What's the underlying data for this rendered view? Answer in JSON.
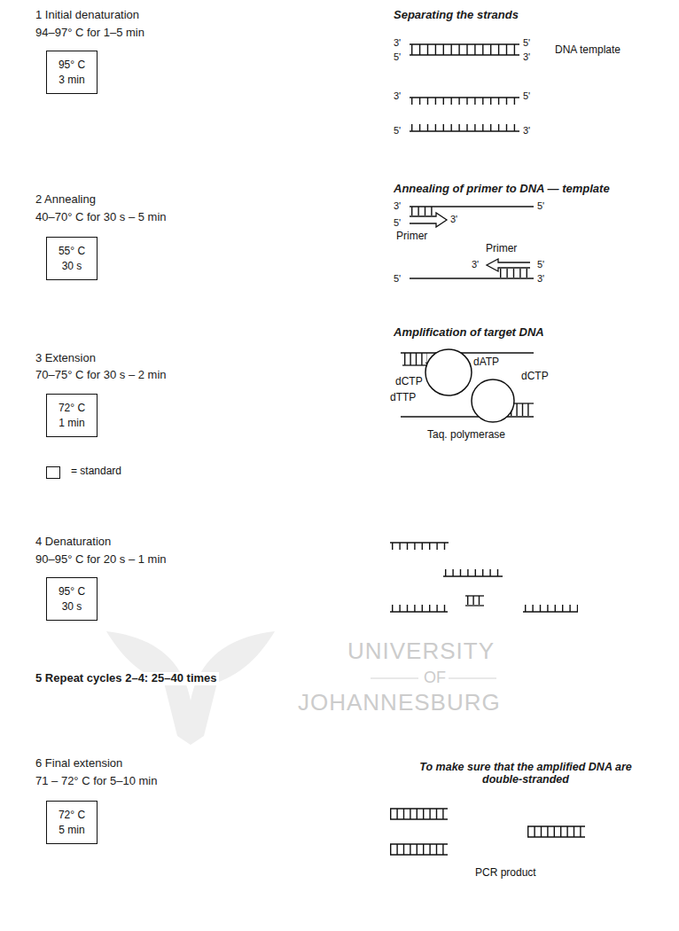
{
  "diagram": {
    "nodes": [
      {
        "text": [
          "95° C",
          "3 min"
        ]
      },
      {
        "text": [
          "55° C",
          "30 s"
        ]
      },
      {
        "text": [
          "72° C",
          "1 min"
        ]
      },
      {
        "text": [
          "95° C",
          "30 s"
        ]
      },
      {
        "text": [
          "72° C",
          "5 min"
        ]
      }
    ],
    "labels": [
      "1 Initial denaturation",
      "94–97° C for 1–5 min",
      "2 Annealing",
      "40–70° C for 30 s – 5 min",
      "3 Extension",
      "70–75° C for 30 s – 2 min",
      "4 Denaturation",
      "90–95° C for 20 s – 1 min",
      "5 Repeat cycles 2–4: 25–40 times",
      "6 Final extension",
      "71 – 72° C for 5–10 min",
      "Separating the strands",
      "3'",
      "5'",
      "5'",
      "3'",
      "DNA template",
      "3'",
      "5'",
      "5'",
      "3'",
      "Annealing of primer to DNA — template",
      "3'",
      "5'",
      "5'",
      "3'",
      "Primer",
      "Primer",
      "3'",
      "5'",
      "5'",
      "3'",
      "Amplification of target DNA",
      "dATP",
      "dCTP",
      "dCTP",
      "dTTP",
      "Taq. polymerase",
      "To make sure that the amplified DNA are double-stranded",
      "PCR product",
      "UNIVERSITY",
      "OF",
      "JOHANNESBURG"
    ],
    "legend": [
      {
        "text": "= standard"
      }
    ]
  }
}
